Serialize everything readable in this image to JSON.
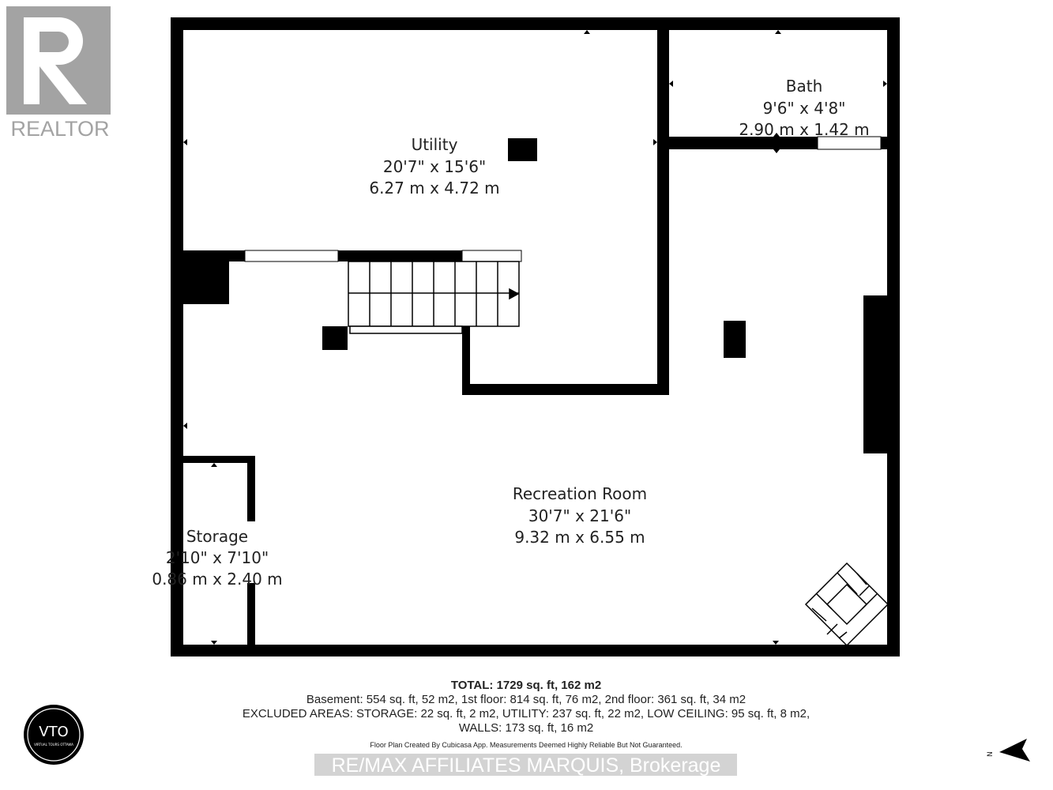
{
  "logo": {
    "brand": "REALTOR",
    "badge": "VTO",
    "badge_sub": "VIRTUAL TOURS OTTAWA"
  },
  "rooms": [
    {
      "name": "Utility",
      "imperial": "20'7\" x 15'6\"",
      "metric": "6.27 m x 4.72 m"
    },
    {
      "name": "Bath",
      "imperial": "9'6\" x 4'8\"",
      "metric": "2.90 m x 1.42 m"
    },
    {
      "name": "Recreation Room",
      "imperial": "30'7\" x 21'6\"",
      "metric": "9.32 m x 6.55 m"
    },
    {
      "name": "Storage",
      "imperial": "2'10\" x 7'10\"",
      "metric": "0.86 m x 2.40 m"
    }
  ],
  "summary": {
    "total": "TOTAL: 1729 sq. ft, 162 m2",
    "floors": "Basement: 554 sq. ft, 52 m2, 1st floor: 814 sq. ft, 76 m2, 2nd floor: 361 sq. ft, 34 m2",
    "excluded": "EXCLUDED AREAS: STORAGE: 22 sq. ft, 2 m2, UTILITY: 237 sq. ft, 22 m2, LOW CEILING: 95 sq. ft, 8 m2,",
    "walls": "WALLS: 173 sq. ft, 16 m2",
    "disclaimer": "Floor Plan Created By Cubicasa App. Measurements Deemed Highly Reliable But Not Guaranteed."
  },
  "watermark": "RE/MAX AFFILIATES MARQUIS, Brokerage",
  "compass": {
    "label": "N",
    "icon": "north-arrow-icon"
  },
  "colors": {
    "wall": "#000000",
    "logo_grey": "#9e9e9e"
  }
}
